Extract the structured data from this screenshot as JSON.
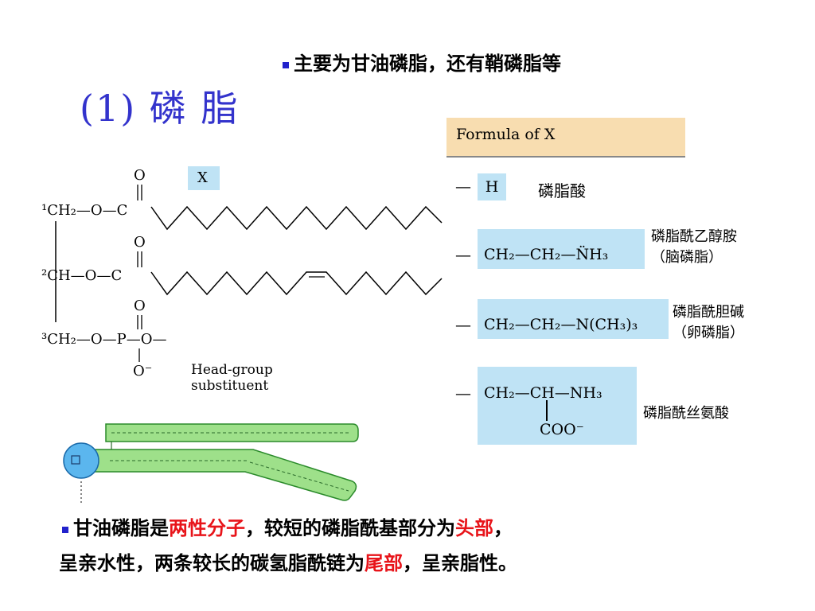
{
  "top_note": "主要为甘油磷脂，还有鞘磷脂等",
  "title": "(1) 磷  脂",
  "structure": {
    "c1": "¹CH₂—O—C",
    "c2": "²CH—O—C",
    "c3": "³CH₂—O—P—O—",
    "oxygen": "O",
    "o_minus": "O⁻",
    "x": "X",
    "headgroup_line1": "Head-group",
    "headgroup_line2": "substituent"
  },
  "formula_table": {
    "header": "Formula of X",
    "rows": [
      {
        "formula": "H",
        "label": "磷脂酸"
      },
      {
        "formula": "CH₂—CH₂—N̈H₃",
        "label_lines": [
          "磷脂酰乙醇胺",
          "（脑磷脂）"
        ]
      },
      {
        "formula": "CH₂—CH₂—N(CH₃)₃",
        "label_lines": [
          "磷脂酰胆碱",
          "（卵磷脂）"
        ]
      },
      {
        "formula": "CH₂—CH—NH₃",
        "sub": "COO⁻",
        "label": "磷脂酰丝氨酸"
      }
    ]
  },
  "bottom": {
    "p1": "甘油磷脂是",
    "h1": "两性分子",
    "p2": "，较短的磷脂酰基部分为",
    "h2": "头部",
    "p3": "，",
    "p4": "呈亲水性，两条较长的碳氢脂酰链为",
    "h3": "尾部",
    "p5": "，呈亲脂性。"
  },
  "colors": {
    "title": "#3333cc",
    "highlight": "#e8141a",
    "box": "#bfe3f5",
    "header": "#f8ddb0",
    "tail": "#9ee08a",
    "head": "#5bb6ee"
  }
}
